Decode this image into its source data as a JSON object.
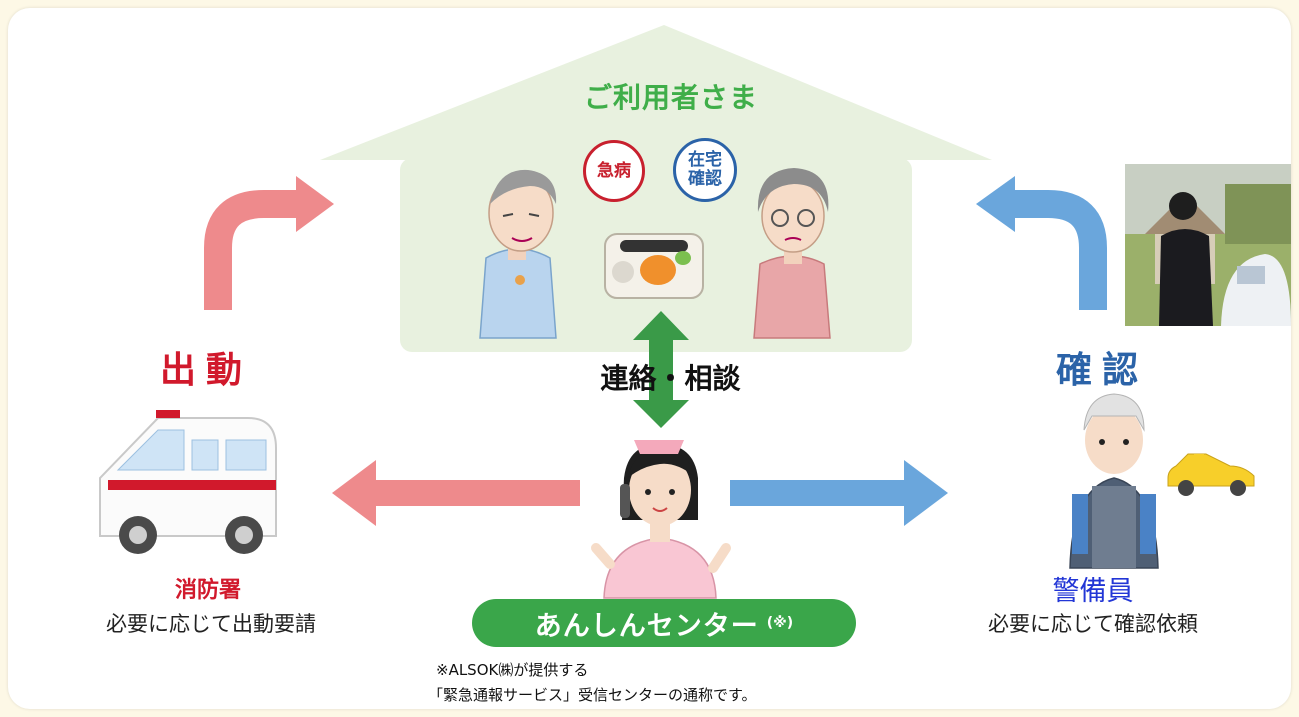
{
  "users": {
    "title": "ご利用者さま",
    "badge_emergency": "急病",
    "badge_presence": "在宅確認"
  },
  "contact": {
    "label": "連絡・相談"
  },
  "dispatch": {
    "label": "出動",
    "station": "消防署",
    "desc": "必要に応じて出動要請"
  },
  "confirm": {
    "label": "確認",
    "staff": "警備員",
    "desc": "必要に応じて確認依頼"
  },
  "center": {
    "name": "あんしんセンター",
    "mark": "(※)"
  },
  "footnote": {
    "line1": "※ALSOK㈱が提供する",
    "line2": "「緊急通報サービス」受信センターの通称です。"
  },
  "colors": {
    "green": "#3fae49",
    "red": "#d1192c",
    "blue": "#2b63a8",
    "red_arrow": "#ee8a8c",
    "blue_arrow": "#6aa6dc"
  }
}
